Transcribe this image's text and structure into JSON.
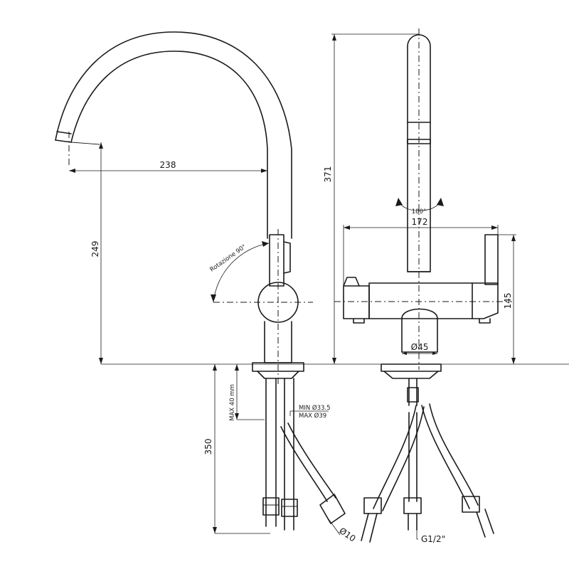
{
  "dimensions": {
    "spout_reach": "238",
    "spout_height": "249",
    "height_right": "371",
    "width_172": "172",
    "height_145": "145",
    "base_diameter": "Ø45",
    "hose_length": "350",
    "rotation_180": "180°"
  },
  "notes": {
    "rotation": "Rotazione 90°",
    "max_thickness": "MAX 40 mm",
    "min_hole": "MIN Ø33.5",
    "max_hole": "MAX Ø39",
    "hose_diameter": "Ø10",
    "thread": "G1/2\""
  }
}
